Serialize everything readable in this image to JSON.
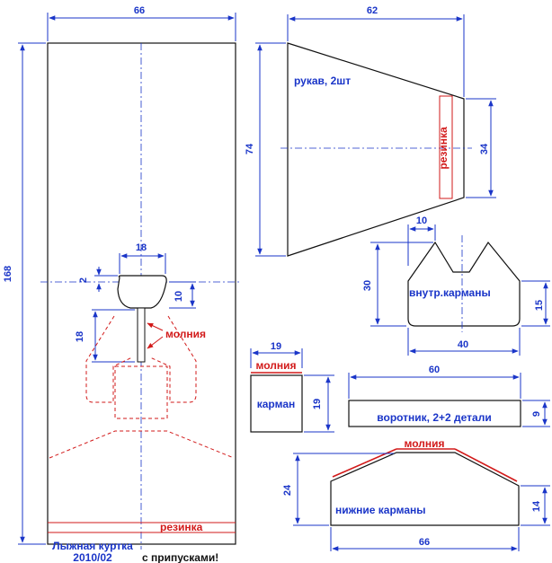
{
  "colors": {
    "dimension": "#1a35c8",
    "accent": "#d21a1a",
    "outline": "#111111"
  },
  "body_piece": {
    "width": "66",
    "height": "168",
    "zipper_note": "молния",
    "elastic": "резинка"
  },
  "hood_opening": {
    "width": "18",
    "offset": "2",
    "height": "10",
    "zip_length": "18"
  },
  "sleeve": {
    "top": "62",
    "left": "74",
    "right": "34",
    "label": "рукав, 2шт",
    "elastic": "резинка"
  },
  "inner_pockets": {
    "notch": "10",
    "height": "30",
    "side": "15",
    "width": "40",
    "label": "внутр.карманы"
  },
  "pocket": {
    "width": "19",
    "height": "19",
    "label": "карман",
    "zipper": "молния"
  },
  "collar": {
    "width": "60",
    "height": "9",
    "label": "воротник, 2+2 детали"
  },
  "lower_pockets": {
    "height": "24",
    "side": "14",
    "width": "66",
    "label": "нижние карманы",
    "zipper": "молния"
  },
  "footer": {
    "title": "Лыжная куртка",
    "date": "2010/02",
    "note": "с припусками!"
  }
}
